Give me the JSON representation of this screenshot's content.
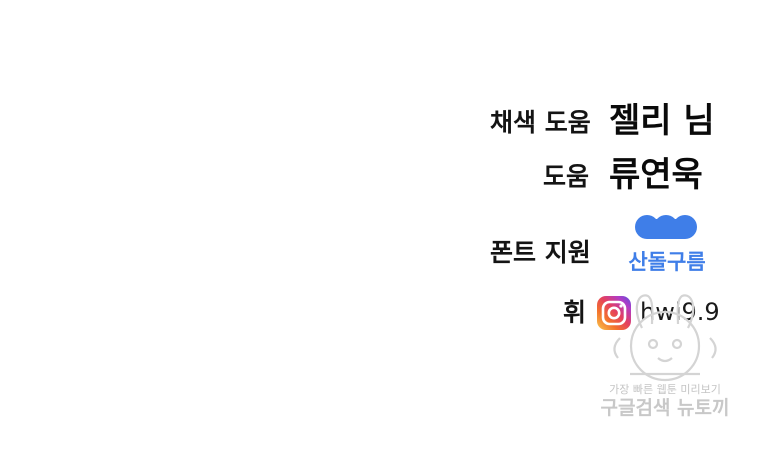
{
  "credits": {
    "coloring_label": "채색 도움",
    "coloring_name": "젤리 님",
    "assist_label": "도움",
    "assist_name": "류연욱",
    "font_label": "폰트 지원",
    "font_name": "산돌구름",
    "author_label": "휘",
    "author_handle": "hwi9.9"
  },
  "watermark": {
    "line1": "가장 빠른 웹툰 미리보기",
    "line2": "구글검색 뉴토끼"
  },
  "icons": {
    "font_logo": "sandoll-cloud-icon",
    "social": "instagram-icon"
  },
  "colors": {
    "font_brand": "#3f7ee8",
    "instagram_gradient": [
      "#f9c74f",
      "#f3722c",
      "#e4405f",
      "#b13bc6",
      "#5851db"
    ],
    "watermark": "#c8c8c8"
  }
}
